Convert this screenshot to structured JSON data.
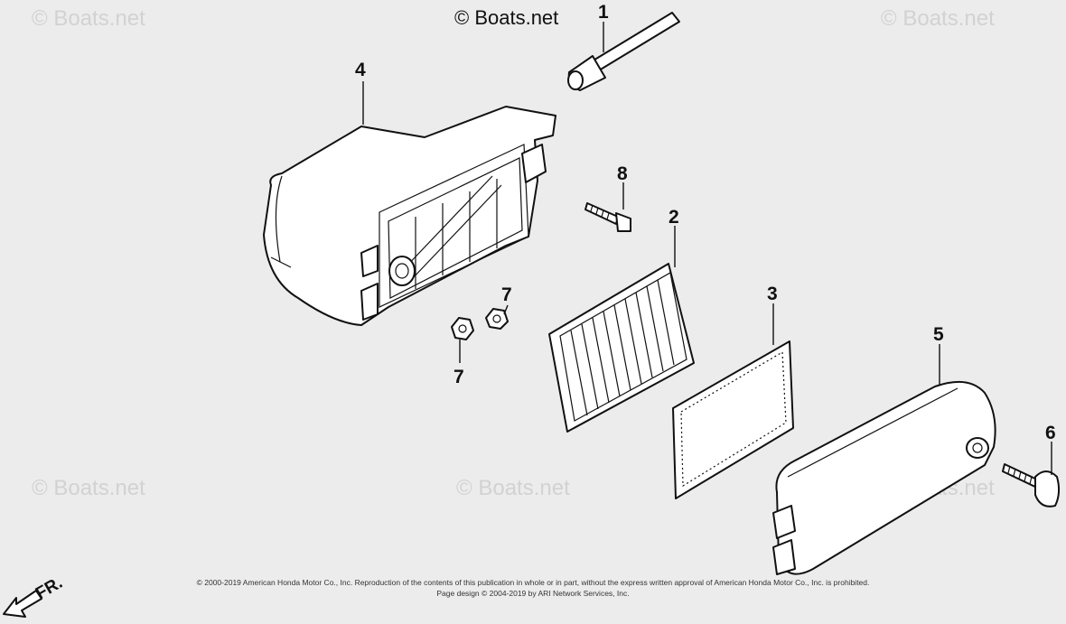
{
  "watermarks": [
    "© Boats.net",
    "© Boats.net",
    "© Boats.net",
    "© Boats.net",
    "© Boats.net"
  ],
  "top_copyright": "© Boats.net",
  "callouts": {
    "c1": "1",
    "c2": "2",
    "c3": "3",
    "c4": "4",
    "c5": "5",
    "c6": "6",
    "c7a": "7",
    "c7b": "7",
    "c8": "8"
  },
  "direction_label": "FR.",
  "fine_print": {
    "line1": "© 2000-2019 American Honda Motor Co., Inc. Reproduction of the contents of this publication in whole or in part, without the express written approval of American Honda Motor Co., Inc. is prohibited.",
    "line2": "Page design © 2004-2019 by ARI Network Services, Inc."
  },
  "colors": {
    "background": "#ececec",
    "line": "#111111",
    "watermark": "#d2d2d2"
  }
}
